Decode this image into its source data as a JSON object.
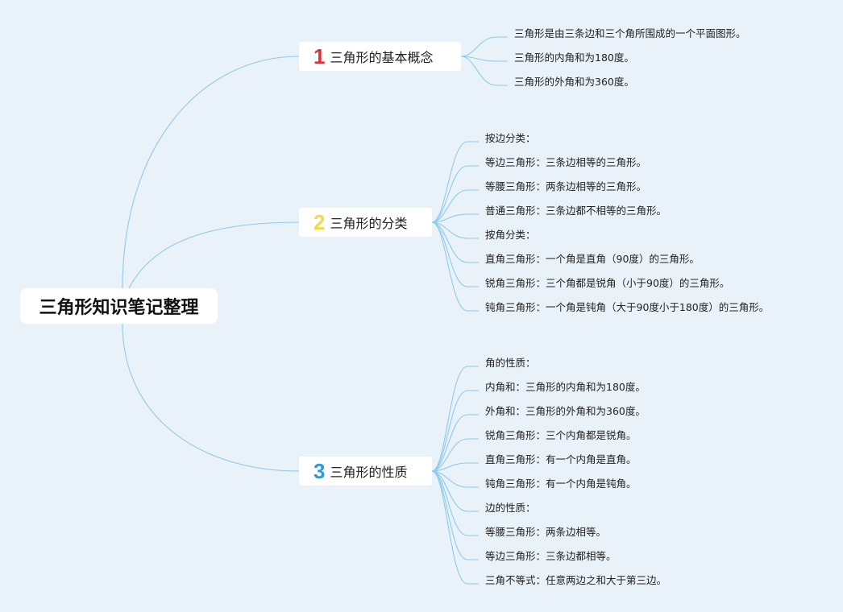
{
  "root": {
    "label": "三角形知识笔记整理"
  },
  "colors": {
    "line": "#8ecbe8",
    "background": "#e9f1f9",
    "num1": "#e02d3c",
    "num2": "#f5d94a",
    "num3": "#2a9bd8"
  },
  "branches": [
    {
      "number": "1",
      "label": "三角形的基本概念",
      "items": [
        "三角形是由三条边和三个角所围成的一个平面图形。",
        "三角形的内角和为180度。",
        "三角形的外角和为360度。"
      ]
    },
    {
      "number": "2",
      "label": "三角形的分类",
      "items": [
        "按边分类：",
        "等边三角形：三条边相等的三角形。",
        "等腰三角形：两条边相等的三角形。",
        "普通三角形：三条边都不相等的三角形。",
        "按角分类：",
        "直角三角形：一个角是直角（90度）的三角形。",
        "锐角三角形：三个角都是锐角（小于90度）的三角形。",
        "钝角三角形：一个角是钝角（大于90度小于180度）的三角形。"
      ]
    },
    {
      "number": "3",
      "label": "三角形的性质",
      "items": [
        "角的性质：",
        "内角和：三角形的内角和为180度。",
        "外角和：三角形的外角和为360度。",
        "锐角三角形：三个内角都是锐角。",
        "直角三角形：有一个内角是直角。",
        "钝角三角形：有一个内角是钝角。",
        "边的性质：",
        "等腰三角形：两条边相等。",
        "等边三角形：三条边都相等。",
        "三角不等式：任意两边之和大于第三边。"
      ]
    }
  ]
}
